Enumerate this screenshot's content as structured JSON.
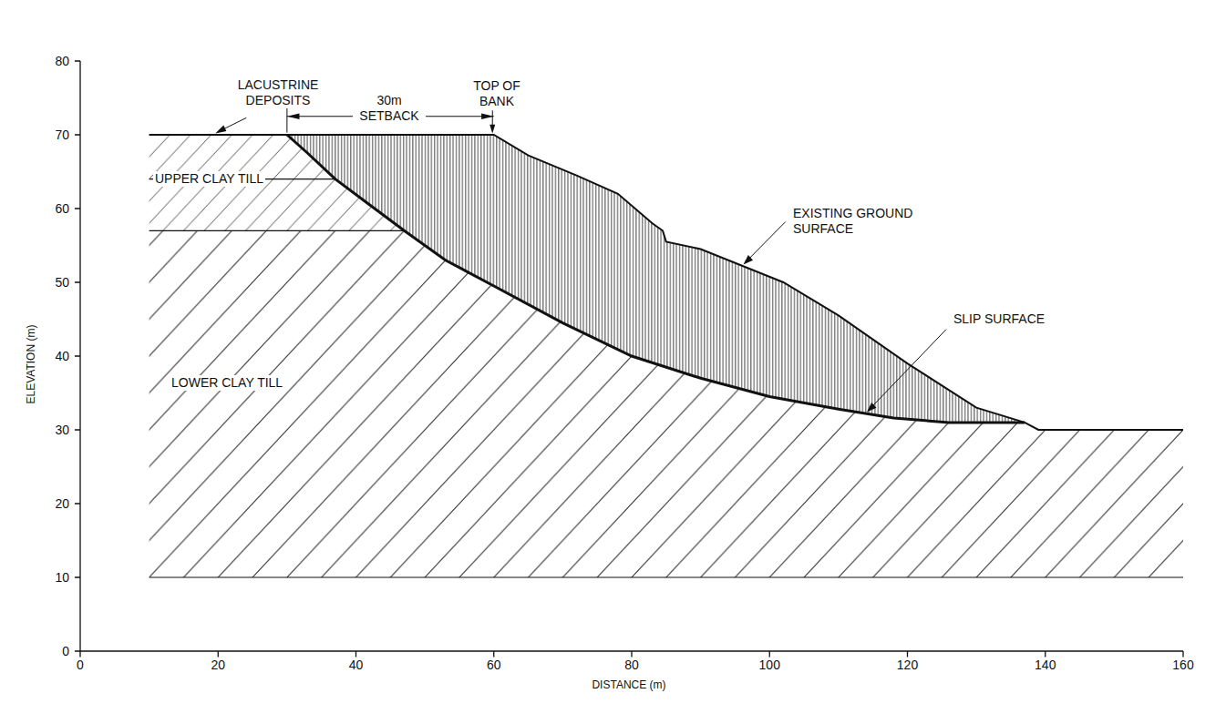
{
  "diagram": {
    "labels": [
      "LACUSTRINE DEPOSITS",
      "TOP OF BANK",
      "30m SETBACK",
      "EXISTING GROUND SURFACE",
      "UPPER CLAY TILL",
      "SLIP SURFACE",
      "LOWER CLAY TILL",
      "80",
      "70",
      "60",
      "50",
      "40",
      "30",
      "20",
      "10",
      "0",
      "0",
      "20",
      "40",
      "60",
      "80",
      "100",
      "120",
      "140",
      "160",
      "ELEVATION (m)",
      "DISTANCE (m)"
    ]
  }
}
